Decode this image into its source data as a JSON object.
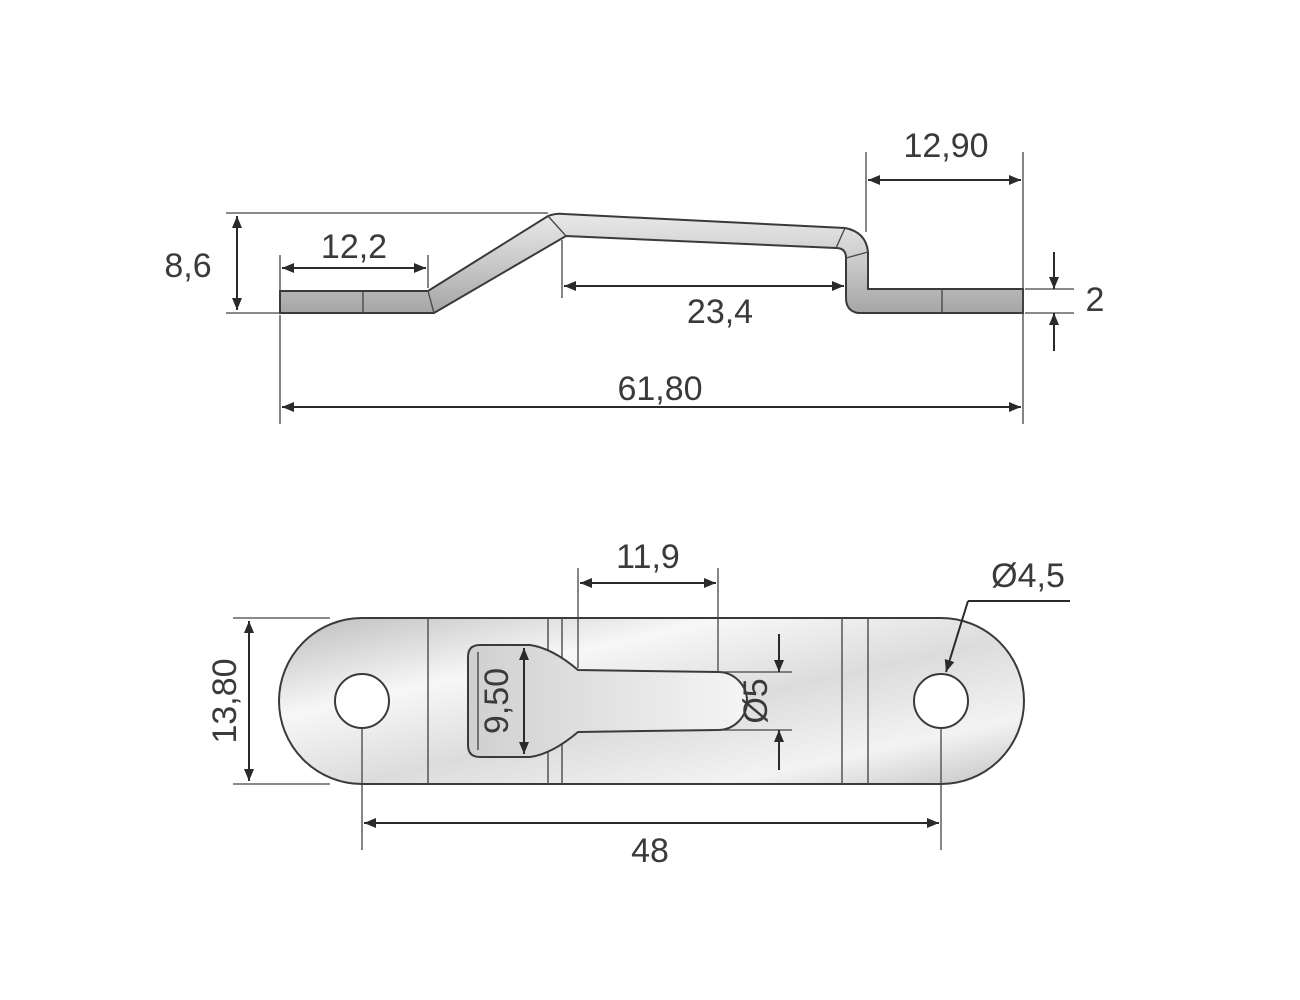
{
  "side_view": {
    "dim_height": "8,6",
    "dim_left_flat": "12,2",
    "dim_top_run": "23,4",
    "dim_right_flat": "12,90",
    "dim_thickness": "2",
    "dim_overall_length": "61,80"
  },
  "top_view": {
    "dim_width": "13,80",
    "dim_slot_length": "11,9",
    "dim_head_height": "9,50",
    "dim_slot_width": "Ø5",
    "dim_hole_diameter": "Ø4,5",
    "dim_hole_spacing": "48"
  },
  "colors": {
    "line": "#2a2a2a",
    "text": "#3a3a3a",
    "metal_light": "#f4f4f4",
    "metal_dark": "#b8b8b8"
  }
}
